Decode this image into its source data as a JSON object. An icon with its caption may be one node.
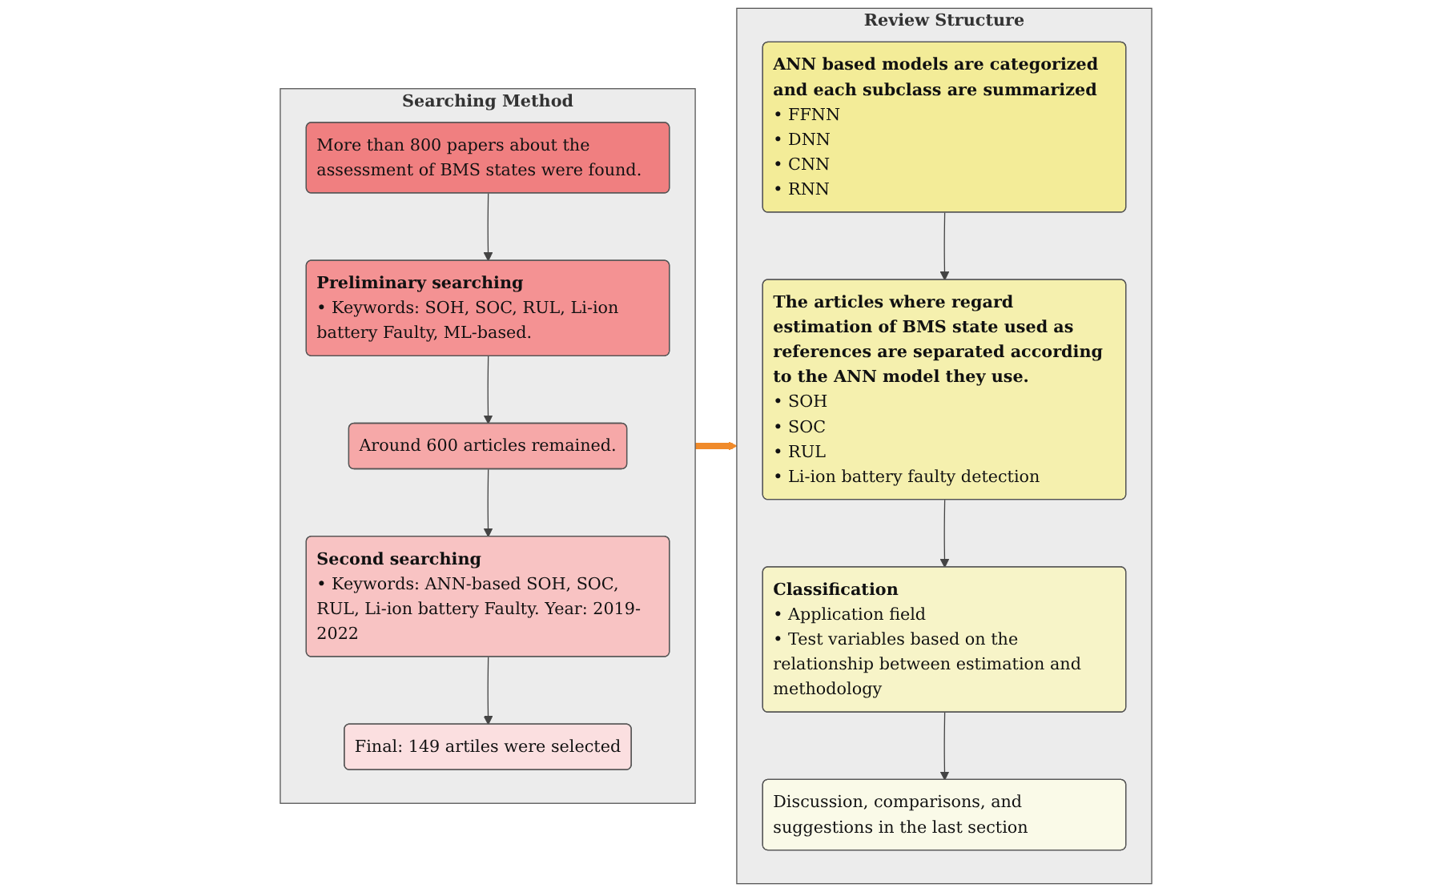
{
  "diagram": {
    "nodes": [
      {
        "text": [
          "Searching Method"
        ]
      },
      {
        "text": [
          "More than 800 papers about the assessment of BMS states were found."
        ],
        "in": 0
      },
      {
        "text": [
          "Preliminary searching",
          "• Keywords: SOH, SOC, RUL, Li-ion battery Faulty, ML-based."
        ],
        "in": 0
      },
      {
        "text": [
          "Around 600 articles remained."
        ],
        "in": 0
      },
      {
        "text": [
          "Second searching",
          "• Keywords: ANN-based SOH, SOC, RUL, Li-ion battery Faulty. Year: 2019-2022"
        ],
        "in": 0
      },
      {
        "text": [
          "Final: 149 artiles were selected"
        ],
        "in": 0
      },
      {
        "text": [
          "Review Structure"
        ]
      },
      {
        "text": [
          "ANN based models are categorized and each subclass are summarized",
          "• FFNN",
          "• DNN",
          "• CNN",
          "• RNN"
        ],
        "in": 6
      },
      {
        "text": [
          "The articles where regard estimation of BMS state used as references are separated according to the ANN model they use.",
          "• SOH",
          "• SOC",
          "• RUL",
          "• Li-ion battery faulty detection"
        ],
        "in": 6
      },
      {
        "text": [
          "Classification",
          "• Application field",
          "• Test variables based on the relationship between estimation and methodology"
        ],
        "in": 6
      },
      {
        "text": [
          "Discussion, comparisons, and suggestions in the last section"
        ],
        "in": 6
      }
    ],
    "edges": [
      {
        "from": 1,
        "to": 2,
        "arrow": "to"
      },
      {
        "from": 2,
        "to": 3,
        "arrow": "to"
      },
      {
        "from": 3,
        "to": 4,
        "arrow": "to"
      },
      {
        "from": 4,
        "to": 5,
        "arrow": "to"
      },
      {
        "from": 0,
        "to": 6,
        "arrow": "to",
        "style": "thick",
        "color": "#f08a2a"
      },
      {
        "from": 7,
        "to": 8,
        "arrow": "to"
      },
      {
        "from": 8,
        "to": 9,
        "arrow": "to"
      },
      {
        "from": 9,
        "to": 10,
        "arrow": "to"
      }
    ]
  }
}
